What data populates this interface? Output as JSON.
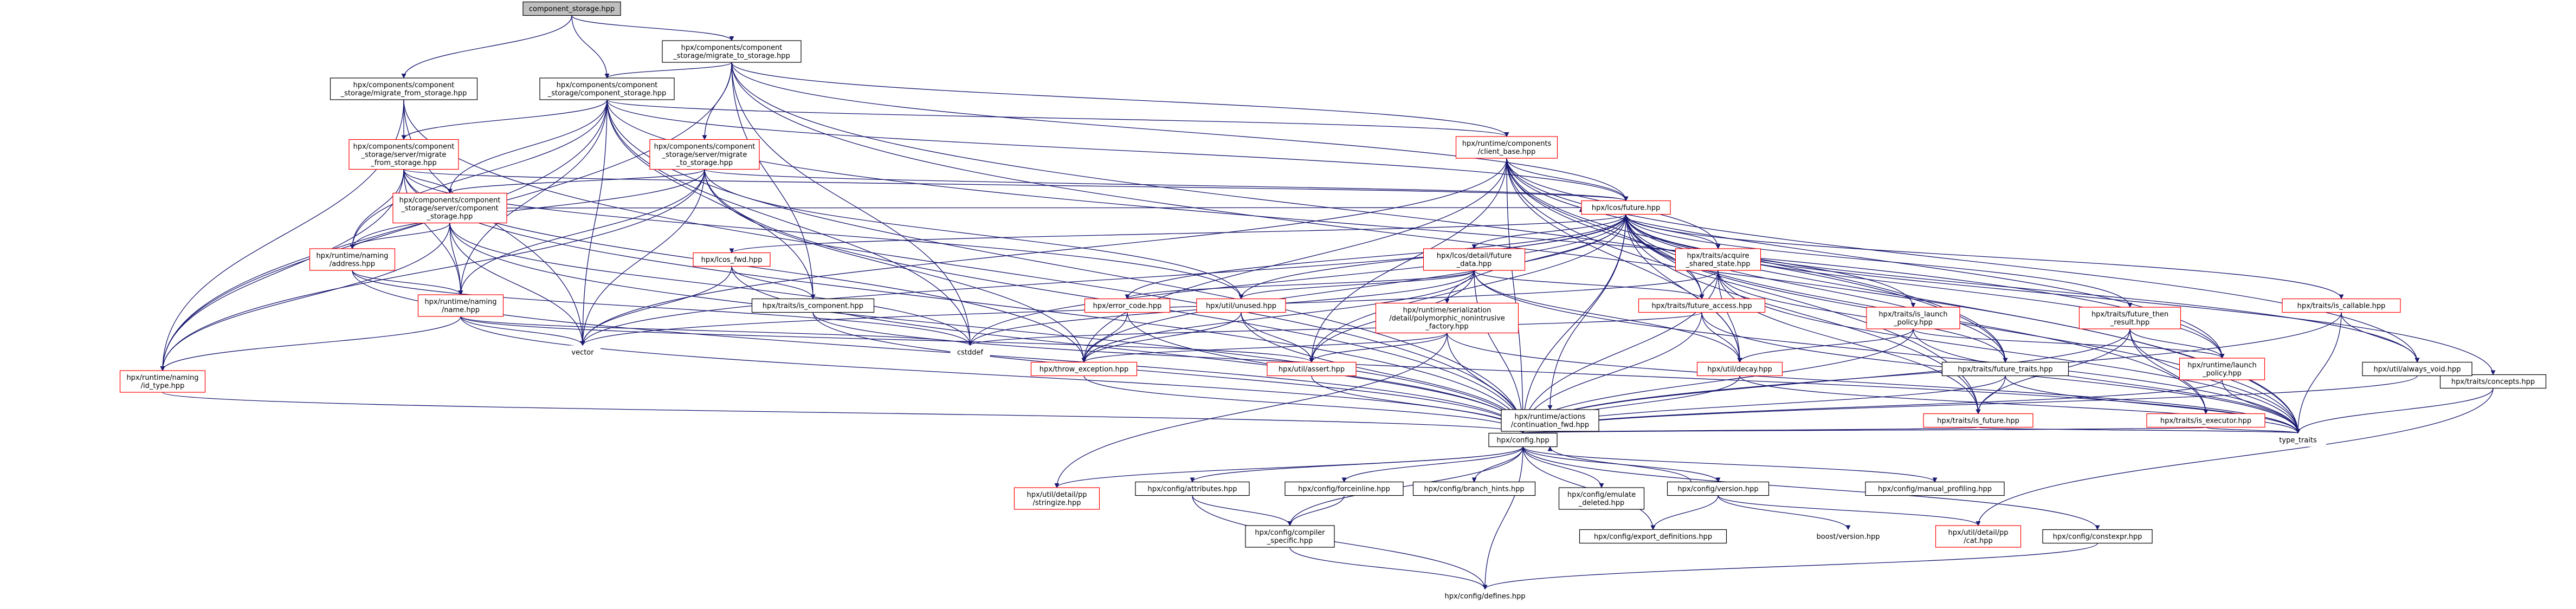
{
  "diagram": {
    "nodes": [
      {
        "id": "root",
        "lines": [
          "component_storage.hpp"
        ],
        "style": "root"
      },
      {
        "id": "migrate_to",
        "lines": [
          "hpx/components/component",
          "_storage/migrate_to_storage.hpp"
        ],
        "style": "black"
      },
      {
        "id": "migrate_from",
        "lines": [
          "hpx/components/component",
          "_storage/migrate_from_storage.hpp"
        ],
        "style": "black"
      },
      {
        "id": "comp_storage",
        "lines": [
          "hpx/components/component",
          "_storage/component_storage.hpp"
        ],
        "style": "black"
      },
      {
        "id": "client_base",
        "lines": [
          "hpx/runtime/components",
          "/client_base.hpp"
        ],
        "style": "red"
      },
      {
        "id": "srv_migrate_from",
        "lines": [
          "hpx/components/component",
          "_storage/server/migrate",
          "_from_storage.hpp"
        ],
        "style": "red"
      },
      {
        "id": "srv_migrate_to",
        "lines": [
          "hpx/components/component",
          "_storage/server/migrate",
          "_to_storage.hpp"
        ],
        "style": "red"
      },
      {
        "id": "srv_comp_storage",
        "lines": [
          "hpx/components/component",
          "_storage/server/component",
          "_storage.hpp"
        ],
        "style": "red"
      },
      {
        "id": "future",
        "lines": [
          "hpx/lcos/future.hpp"
        ],
        "style": "red"
      },
      {
        "id": "naming_address",
        "lines": [
          "hpx/runtime/naming",
          "/address.hpp"
        ],
        "style": "red"
      },
      {
        "id": "naming_name",
        "lines": [
          "hpx/runtime/naming",
          "/name.hpp"
        ],
        "style": "red"
      },
      {
        "id": "id_type",
        "lines": [
          "hpx/runtime/naming",
          "/id_type.hpp"
        ],
        "style": "red"
      },
      {
        "id": "lcos_fwd",
        "lines": [
          "hpx/lcos_fwd.hpp"
        ],
        "style": "red"
      },
      {
        "id": "is_component",
        "lines": [
          "hpx/traits/is_component.hpp"
        ],
        "style": "black"
      },
      {
        "id": "future_data",
        "lines": [
          "hpx/lcos/detail/future",
          "_data.hpp"
        ],
        "style": "red"
      },
      {
        "id": "acquire_shared",
        "lines": [
          "hpx/traits/acquire",
          "_shared_state.hpp"
        ],
        "style": "red"
      },
      {
        "id": "error_code",
        "lines": [
          "hpx/error_code.hpp"
        ],
        "style": "red"
      },
      {
        "id": "unused",
        "lines": [
          "hpx/util/unused.hpp"
        ],
        "style": "red"
      },
      {
        "id": "polymorphic",
        "lines": [
          "hpx/runtime/serialization",
          "/detail/polymorphic_nonintrusive",
          "_factory.hpp"
        ],
        "style": "red"
      },
      {
        "id": "future_access",
        "lines": [
          "hpx/traits/future_access.hpp"
        ],
        "style": "red"
      },
      {
        "id": "is_launch_policy",
        "lines": [
          "hpx/traits/is_launch",
          "_policy.hpp"
        ],
        "style": "red"
      },
      {
        "id": "future_then_result",
        "lines": [
          "hpx/traits/future_then",
          "_result.hpp"
        ],
        "style": "red"
      },
      {
        "id": "is_callable",
        "lines": [
          "hpx/traits/is_callable.hpp"
        ],
        "style": "red"
      },
      {
        "id": "concepts",
        "lines": [
          "hpx/traits/concepts.hpp"
        ],
        "style": "black"
      },
      {
        "id": "vector",
        "lines": [
          "vector"
        ],
        "style": "none"
      },
      {
        "id": "cstddef",
        "lines": [
          "cstddef"
        ],
        "style": "none"
      },
      {
        "id": "throw_exception",
        "lines": [
          "hpx/throw_exception.hpp"
        ],
        "style": "red"
      },
      {
        "id": "assert",
        "lines": [
          "hpx/util/assert.hpp"
        ],
        "style": "red"
      },
      {
        "id": "decay",
        "lines": [
          "hpx/util/decay.hpp"
        ],
        "style": "red"
      },
      {
        "id": "future_traits",
        "lines": [
          "hpx/traits/future_traits.hpp"
        ],
        "style": "black"
      },
      {
        "id": "launch_policy",
        "lines": [
          "hpx/runtime/launch",
          "_policy.hpp"
        ],
        "style": "red"
      },
      {
        "id": "always_void",
        "lines": [
          "hpx/util/always_void.hpp"
        ],
        "style": "black"
      },
      {
        "id": "continuation_fwd",
        "lines": [
          "hpx/runtime/actions",
          "/continuation_fwd.hpp"
        ],
        "style": "black"
      },
      {
        "id": "is_future",
        "lines": [
          "hpx/traits/is_future.hpp"
        ],
        "style": "red"
      },
      {
        "id": "is_executor",
        "lines": [
          "hpx/traits/is_executor.hpp"
        ],
        "style": "red"
      },
      {
        "id": "type_traits",
        "lines": [
          "type_traits"
        ],
        "style": "none"
      },
      {
        "id": "config",
        "lines": [
          "hpx/config.hpp"
        ],
        "style": "black"
      },
      {
        "id": "stringize",
        "lines": [
          "hpx/util/detail/pp",
          "/stringize.hpp"
        ],
        "style": "red"
      },
      {
        "id": "attributes",
        "lines": [
          "hpx/config/attributes.hpp"
        ],
        "style": "black"
      },
      {
        "id": "forceinline",
        "lines": [
          "hpx/config/forceinline.hpp"
        ],
        "style": "black"
      },
      {
        "id": "branch_hints",
        "lines": [
          "hpx/config/branch_hints.hpp"
        ],
        "style": "black"
      },
      {
        "id": "emulate_deleted",
        "lines": [
          "hpx/config/emulate",
          "_deleted.hpp"
        ],
        "style": "black"
      },
      {
        "id": "version",
        "lines": [
          "hpx/config/version.hpp"
        ],
        "style": "black"
      },
      {
        "id": "manual_profiling",
        "lines": [
          "hpx/config/manual_profiling.hpp"
        ],
        "style": "black"
      },
      {
        "id": "compiler_specific",
        "lines": [
          "hpx/config/compiler",
          "_specific.hpp"
        ],
        "style": "black"
      },
      {
        "id": "export_definitions",
        "lines": [
          "hpx/config/export_definitions.hpp"
        ],
        "style": "black"
      },
      {
        "id": "boost_version",
        "lines": [
          "boost/version.hpp"
        ],
        "style": "none"
      },
      {
        "id": "pp_cat",
        "lines": [
          "hpx/util/detail/pp",
          "/cat.hpp"
        ],
        "style": "red"
      },
      {
        "id": "constexpr",
        "lines": [
          "hpx/config/constexpr.hpp"
        ],
        "style": "black"
      },
      {
        "id": "defines",
        "lines": [
          "hpx/config/defines.hpp"
        ],
        "style": "none"
      }
    ],
    "edges": [
      [
        "root",
        "migrate_to"
      ],
      [
        "root",
        "migrate_from"
      ],
      [
        "root",
        "comp_storage"
      ],
      [
        "migrate_to",
        "comp_storage"
      ],
      [
        "migrate_to",
        "client_base"
      ],
      [
        "migrate_to",
        "srv_migrate_to"
      ],
      [
        "migrate_to",
        "future"
      ],
      [
        "migrate_to",
        "is_component"
      ],
      [
        "migrate_to",
        "cstddef"
      ],
      [
        "migrate_to",
        "future_traits"
      ],
      [
        "migrate_to",
        "type_traits"
      ],
      [
        "migrate_to",
        "id_type"
      ],
      [
        "migrate_from",
        "srv_migrate_from"
      ],
      [
        "migrate_from",
        "config"
      ],
      [
        "migrate_from",
        "id_type"
      ],
      [
        "migrate_from",
        "vector"
      ],
      [
        "comp_storage",
        "client_base"
      ],
      [
        "comp_storage",
        "srv_comp_storage"
      ],
      [
        "comp_storage",
        "future"
      ],
      [
        "comp_storage",
        "naming_name"
      ],
      [
        "comp_storage",
        "is_component"
      ],
      [
        "comp_storage",
        "vector"
      ],
      [
        "comp_storage",
        "cstddef"
      ],
      [
        "comp_storage",
        "config"
      ],
      [
        "comp_storage",
        "id_type"
      ],
      [
        "comp_storage",
        "naming_address"
      ],
      [
        "comp_storage",
        "launch_policy"
      ],
      [
        "comp_storage",
        "srv_migrate_from"
      ],
      [
        "client_base",
        "future"
      ],
      [
        "client_base",
        "future_access"
      ],
      [
        "client_base",
        "future_traits"
      ],
      [
        "client_base",
        "acquire_shared"
      ],
      [
        "client_base",
        "is_future"
      ],
      [
        "client_base",
        "launch_policy"
      ],
      [
        "client_base",
        "always_void"
      ],
      [
        "client_base",
        "type_traits"
      ],
      [
        "client_base",
        "config"
      ],
      [
        "client_base",
        "throw_exception"
      ],
      [
        "client_base",
        "decay"
      ],
      [
        "client_base",
        "assert"
      ],
      [
        "client_base",
        "vector"
      ],
      [
        "srv_migrate_from",
        "srv_comp_storage"
      ],
      [
        "srv_migrate_from",
        "naming_address"
      ],
      [
        "srv_migrate_from",
        "future"
      ],
      [
        "srv_migrate_from",
        "id_type"
      ],
      [
        "srv_migrate_from",
        "config"
      ],
      [
        "srv_migrate_from",
        "naming_name"
      ],
      [
        "srv_migrate_from",
        "throw_exception"
      ],
      [
        "srv_migrate_from",
        "unused"
      ],
      [
        "srv_migrate_to",
        "srv_comp_storage"
      ],
      [
        "srv_migrate_to",
        "future"
      ],
      [
        "srv_migrate_to",
        "naming_name"
      ],
      [
        "srv_migrate_to",
        "naming_address"
      ],
      [
        "srv_migrate_to",
        "id_type"
      ],
      [
        "srv_migrate_to",
        "vector"
      ],
      [
        "srv_migrate_to",
        "config"
      ],
      [
        "srv_migrate_to",
        "throw_exception"
      ],
      [
        "srv_migrate_to",
        "unused"
      ],
      [
        "srv_comp_storage",
        "naming_address"
      ],
      [
        "srv_comp_storage",
        "naming_name"
      ],
      [
        "srv_comp_storage",
        "id_type"
      ],
      [
        "srv_comp_storage",
        "vector"
      ],
      [
        "srv_comp_storage",
        "cstddef"
      ],
      [
        "srv_comp_storage",
        "config"
      ],
      [
        "srv_comp_storage",
        "future"
      ],
      [
        "naming_address",
        "naming_name"
      ],
      [
        "naming_address",
        "config"
      ],
      [
        "naming_address",
        "cstddef"
      ],
      [
        "naming_name",
        "id_type"
      ],
      [
        "naming_name",
        "config"
      ],
      [
        "naming_name",
        "vector"
      ],
      [
        "naming_name",
        "cstddef"
      ],
      [
        "naming_name",
        "assert"
      ],
      [
        "id_type",
        "config"
      ],
      [
        "future",
        "lcos_fwd"
      ],
      [
        "future",
        "future_data"
      ],
      [
        "future",
        "acquire_shared"
      ],
      [
        "future",
        "error_code"
      ],
      [
        "future",
        "unused"
      ],
      [
        "future",
        "polymorphic"
      ],
      [
        "future",
        "future_access"
      ],
      [
        "future",
        "is_launch_policy"
      ],
      [
        "future",
        "future_then_result"
      ],
      [
        "future",
        "is_callable"
      ],
      [
        "future",
        "concepts"
      ],
      [
        "future",
        "config"
      ],
      [
        "future",
        "throw_exception"
      ],
      [
        "future",
        "assert"
      ],
      [
        "future",
        "decay"
      ],
      [
        "future",
        "future_traits"
      ],
      [
        "future",
        "launch_policy"
      ],
      [
        "future",
        "always_void"
      ],
      [
        "future",
        "continuation_fwd"
      ],
      [
        "future",
        "is_future"
      ],
      [
        "future",
        "is_executor"
      ],
      [
        "future",
        "type_traits"
      ],
      [
        "future",
        "cstddef"
      ],
      [
        "future",
        "vector"
      ],
      [
        "lcos_fwd",
        "is_component"
      ],
      [
        "lcos_fwd",
        "config"
      ],
      [
        "lcos_fwd",
        "vector"
      ],
      [
        "is_component",
        "config"
      ],
      [
        "is_component",
        "type_traits"
      ],
      [
        "future_data",
        "config"
      ],
      [
        "future_data",
        "error_code"
      ],
      [
        "future_data",
        "unused"
      ],
      [
        "future_data",
        "throw_exception"
      ],
      [
        "future_data",
        "assert"
      ],
      [
        "future_data",
        "decay"
      ],
      [
        "future_data",
        "future_access"
      ],
      [
        "future_data",
        "cstddef"
      ],
      [
        "future_data",
        "type_traits"
      ],
      [
        "acquire_shared",
        "future_access"
      ],
      [
        "acquire_shared",
        "future_traits"
      ],
      [
        "acquire_shared",
        "is_future"
      ],
      [
        "acquire_shared",
        "config"
      ],
      [
        "acquire_shared",
        "decay"
      ],
      [
        "acquire_shared",
        "type_traits"
      ],
      [
        "acquire_shared",
        "vector"
      ],
      [
        "error_code",
        "throw_exception"
      ],
      [
        "error_code",
        "config"
      ],
      [
        "unused",
        "config"
      ],
      [
        "unused",
        "assert"
      ],
      [
        "unused",
        "throw_exception"
      ],
      [
        "polymorphic",
        "config"
      ],
      [
        "polymorphic",
        "throw_exception"
      ],
      [
        "polymorphic",
        "assert"
      ],
      [
        "polymorphic",
        "stringize"
      ],
      [
        "polymorphic",
        "type_traits"
      ],
      [
        "future_access",
        "config"
      ],
      [
        "future_access",
        "decay"
      ],
      [
        "future_access",
        "type_traits"
      ],
      [
        "future_access",
        "cstddef"
      ],
      [
        "is_launch_policy",
        "launch_policy"
      ],
      [
        "is_launch_policy",
        "decay"
      ],
      [
        "is_launch_policy",
        "config"
      ],
      [
        "is_launch_policy",
        "type_traits"
      ],
      [
        "future_then_result",
        "is_future"
      ],
      [
        "future_then_result",
        "is_executor"
      ],
      [
        "future_then_result",
        "config"
      ],
      [
        "future_then_result",
        "type_traits"
      ],
      [
        "future_then_result",
        "launch_policy"
      ],
      [
        "is_callable",
        "always_void"
      ],
      [
        "is_callable",
        "config"
      ],
      [
        "is_callable",
        "type_traits"
      ],
      [
        "concepts",
        "type_traits"
      ],
      [
        "concepts",
        "pp_cat"
      ],
      [
        "throw_exception",
        "config"
      ],
      [
        "assert",
        "config"
      ],
      [
        "decay",
        "config"
      ],
      [
        "decay",
        "type_traits"
      ],
      [
        "future_traits",
        "is_future"
      ],
      [
        "future_traits",
        "config"
      ],
      [
        "future_traits",
        "type_traits"
      ],
      [
        "launch_policy",
        "config"
      ],
      [
        "launch_policy",
        "type_traits"
      ],
      [
        "always_void",
        "config"
      ],
      [
        "continuation_fwd",
        "config"
      ],
      [
        "is_future",
        "config"
      ],
      [
        "is_future",
        "type_traits"
      ],
      [
        "is_executor",
        "config"
      ],
      [
        "is_executor",
        "type_traits"
      ],
      [
        "config",
        "stringize"
      ],
      [
        "config",
        "attributes"
      ],
      [
        "config",
        "forceinline"
      ],
      [
        "config",
        "branch_hints"
      ],
      [
        "config",
        "emulate_deleted"
      ],
      [
        "config",
        "version"
      ],
      [
        "config",
        "manual_profiling"
      ],
      [
        "config",
        "compiler_specific"
      ],
      [
        "config",
        "export_definitions"
      ],
      [
        "config",
        "constexpr"
      ],
      [
        "config",
        "defines"
      ],
      [
        "attributes",
        "compiler_specific"
      ],
      [
        "attributes",
        "defines"
      ],
      [
        "forceinline",
        "compiler_specific"
      ],
      [
        "version",
        "export_definitions"
      ],
      [
        "version",
        "boost_version"
      ],
      [
        "version",
        "pp_cat"
      ],
      [
        "version",
        "config"
      ],
      [
        "compiler_specific",
        "defines"
      ],
      [
        "constexpr",
        "defines"
      ]
    ]
  }
}
